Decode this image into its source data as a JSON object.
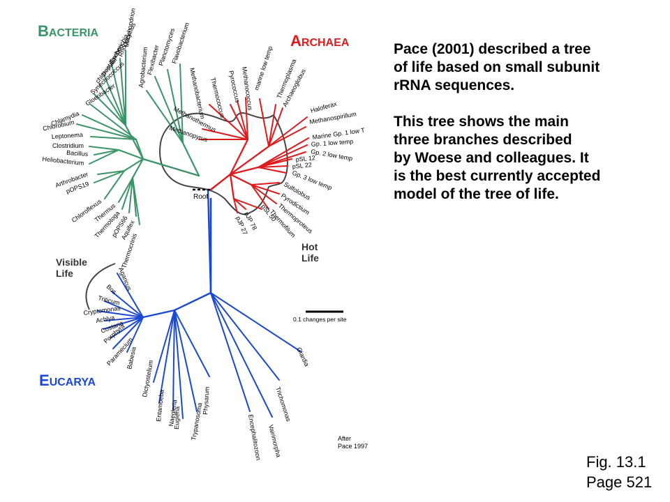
{
  "colors": {
    "bacteria": "#3a9468",
    "archaea": "#e0191b",
    "eucarya": "#1a48d4",
    "outline": "#444444",
    "text": "#000000"
  },
  "domains": {
    "bacteria": "Bacteria",
    "archaea": "Archaea",
    "eucarya": "Eucarya"
  },
  "bacteria_taxa": [
    "Mitochondrion",
    "Rhodocyclus",
    "Escherichia",
    "Desulfovibrio",
    "chloroplast",
    "Synechococcus",
    "Gloeobacter",
    "Chlamydia",
    "Chlorobium",
    "Leptonema",
    "Clostridium",
    "Bacillus",
    "Heliobacterium",
    "Arthrobacter",
    "pOPS19",
    "Chloroflexus",
    "Thermus",
    "Thermotoga",
    "pOPS66",
    "Aquifex",
    "Thermocrinis",
    "Agrobacterium",
    "Flexibacter",
    "Planctomyces",
    "Flavobacterium"
  ],
  "archaea_taxa": [
    "Methanobacterium",
    "Methanothermus",
    "Methanopyrus",
    "Thermococcus",
    "Pyrococcus",
    "Methanococcus",
    "marine low temp",
    "Thermoplasma",
    "Archaeoglobus",
    "Haloferax",
    "Methanospirillum",
    "Marine Gp. 1 low T",
    "Gp. 1 low temp",
    "Gp. 2 low temp",
    "pSL 12",
    "pSL 22",
    "Gp. 3 low temp",
    "Sulfolobus",
    "Pyrodictium",
    "Thermoproteus",
    "Thermofilum",
    "pSL 50",
    "pJP 78",
    "pJP 27"
  ],
  "eucarya_taxa": [
    "Agaricus",
    "Bos",
    "Triticum",
    "Cryptomonas",
    "Achlya",
    "Costaria",
    "Porphyra",
    "Paramecium",
    "Babesia",
    "Dictyostelium",
    "Entamoeba",
    "Naegleria",
    "Euglena",
    "Trypanosoma",
    "Physarum",
    "Encephalitozoon",
    "Vairimorpha",
    "Trichomonas",
    "Giardia"
  ],
  "labels": {
    "root": "Root",
    "hot_life": "Hot\nLife",
    "visible_life": "Visible\nLife",
    "scale": "0.1 changes per site",
    "source": "After\nPace 1997"
  },
  "caption": {
    "paragraph1": "Pace (2001) described a tree\nof life based on small subunit\nrRNA sequences.",
    "paragraph2": "This tree shows the main\nthree branches described\nby Woese and colleagues. It\nis the best currently accepted\nmodel of the tree of life."
  },
  "figure": {
    "number": "Fig. 13.1",
    "page": "Page 521"
  }
}
